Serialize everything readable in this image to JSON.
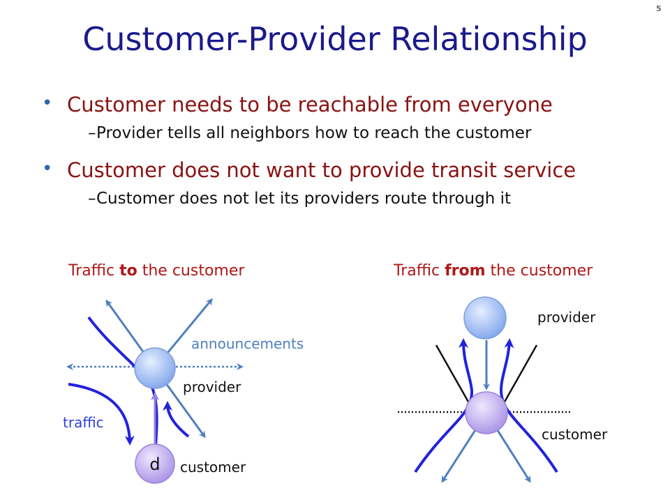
{
  "slide_number": "5",
  "title": "Customer-Provider Relationship",
  "bullets": [
    {
      "text": "Customer needs to be reachable from everyone",
      "sub": "Provider tells all neighbors how to reach the customer"
    },
    {
      "text": "Customer does not want to provide transit service",
      "sub": "Customer does not let its providers route through it"
    }
  ],
  "left_caption": {
    "pre": "Traffic ",
    "emph": "to",
    "post": " the customer"
  },
  "right_caption": {
    "pre": "Traffic ",
    "emph": "from",
    "post": " the customer"
  },
  "left_diagram": {
    "announcements_label": "announcements",
    "provider_label": "provider",
    "traffic_label": "traffic",
    "customer_label": "customer",
    "node_letter": "d"
  },
  "right_diagram": {
    "provider_label": "provider",
    "customer_label": "customer"
  },
  "colors": {
    "title": "#1a1a8c",
    "bullet_text": "#8a1212",
    "caption": "#b01717",
    "announce_arrow": "#4f7fbf",
    "traffic_arrow": "#2222dd",
    "node_provider": "#a9c4f5",
    "node_customer": "#c9b7f0"
  }
}
